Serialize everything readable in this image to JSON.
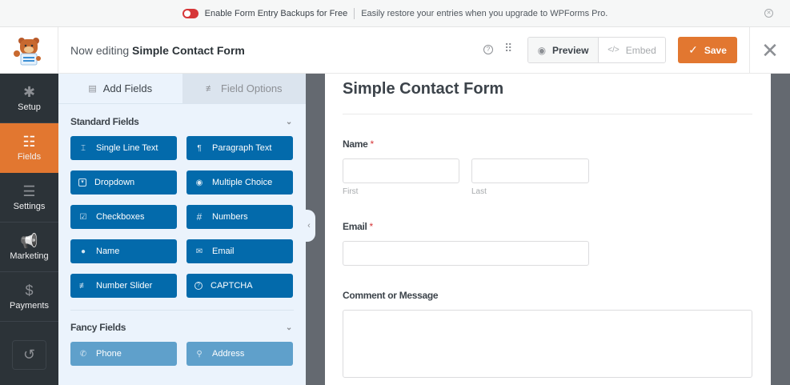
{
  "notice": {
    "strong_text": "Enable Form Entry Backups for Free",
    "text": "Easily restore your entries when you upgrade to WPForms Pro.",
    "toggle_color": "#d63638",
    "close_icon": "x-circle-icon"
  },
  "header": {
    "prefix": "Now editing",
    "form_name": "Simple Contact Form",
    "help_icon": "?",
    "apps_icon": "⠿",
    "preview_label": "Preview",
    "preview_icon": "◉",
    "embed_label": "Embed",
    "embed_icon": "</>",
    "save_label": "Save",
    "save_icon": "✓",
    "close_icon": "✕",
    "accent_color": "#e27730"
  },
  "nav": {
    "items": [
      {
        "label": "Setup",
        "icon": "✱"
      },
      {
        "label": "Fields",
        "icon": "☷"
      },
      {
        "label": "Settings",
        "icon": "☰"
      },
      {
        "label": "Marketing",
        "icon": "📢"
      },
      {
        "label": "Payments",
        "icon": "$"
      }
    ],
    "active": "Fields",
    "history_icon": "↺"
  },
  "panel": {
    "tabs": [
      {
        "label": "Add Fields",
        "icon": "▤"
      },
      {
        "label": "Field Options",
        "icon": "≢"
      }
    ],
    "standard": {
      "title": "Standard Fields",
      "chevron": "⌄",
      "fields": [
        {
          "label": "Single Line Text",
          "icon": "Ⓘ"
        },
        {
          "label": "Paragraph Text",
          "icon": "¶"
        },
        {
          "label": "Dropdown",
          "icon": "▾"
        },
        {
          "label": "Multiple Choice",
          "icon": "◉"
        },
        {
          "label": "Checkboxes",
          "icon": "☑"
        },
        {
          "label": "Numbers",
          "icon": "#"
        },
        {
          "label": "Name",
          "icon": "👤"
        },
        {
          "label": "Email",
          "icon": "✉"
        },
        {
          "label": "Number Slider",
          "icon": "≢"
        },
        {
          "label": "CAPTCHA",
          "icon": "?"
        }
      ]
    },
    "fancy": {
      "title": "Fancy Fields",
      "chevron": "⌄",
      "fields": [
        {
          "label": "Phone",
          "icon": "✆"
        },
        {
          "label": "Address",
          "icon": "⚲"
        }
      ]
    },
    "field_button_color": "#036aab",
    "fancy_button_color": "#5fa0cb"
  },
  "form": {
    "title": "Simple Contact Form",
    "fields": {
      "name": {
        "label": "Name",
        "required": "*",
        "first_sub": "First",
        "last_sub": "Last"
      },
      "email": {
        "label": "Email",
        "required": "*"
      },
      "message": {
        "label": "Comment or Message"
      }
    }
  },
  "handle_icon": "‹"
}
